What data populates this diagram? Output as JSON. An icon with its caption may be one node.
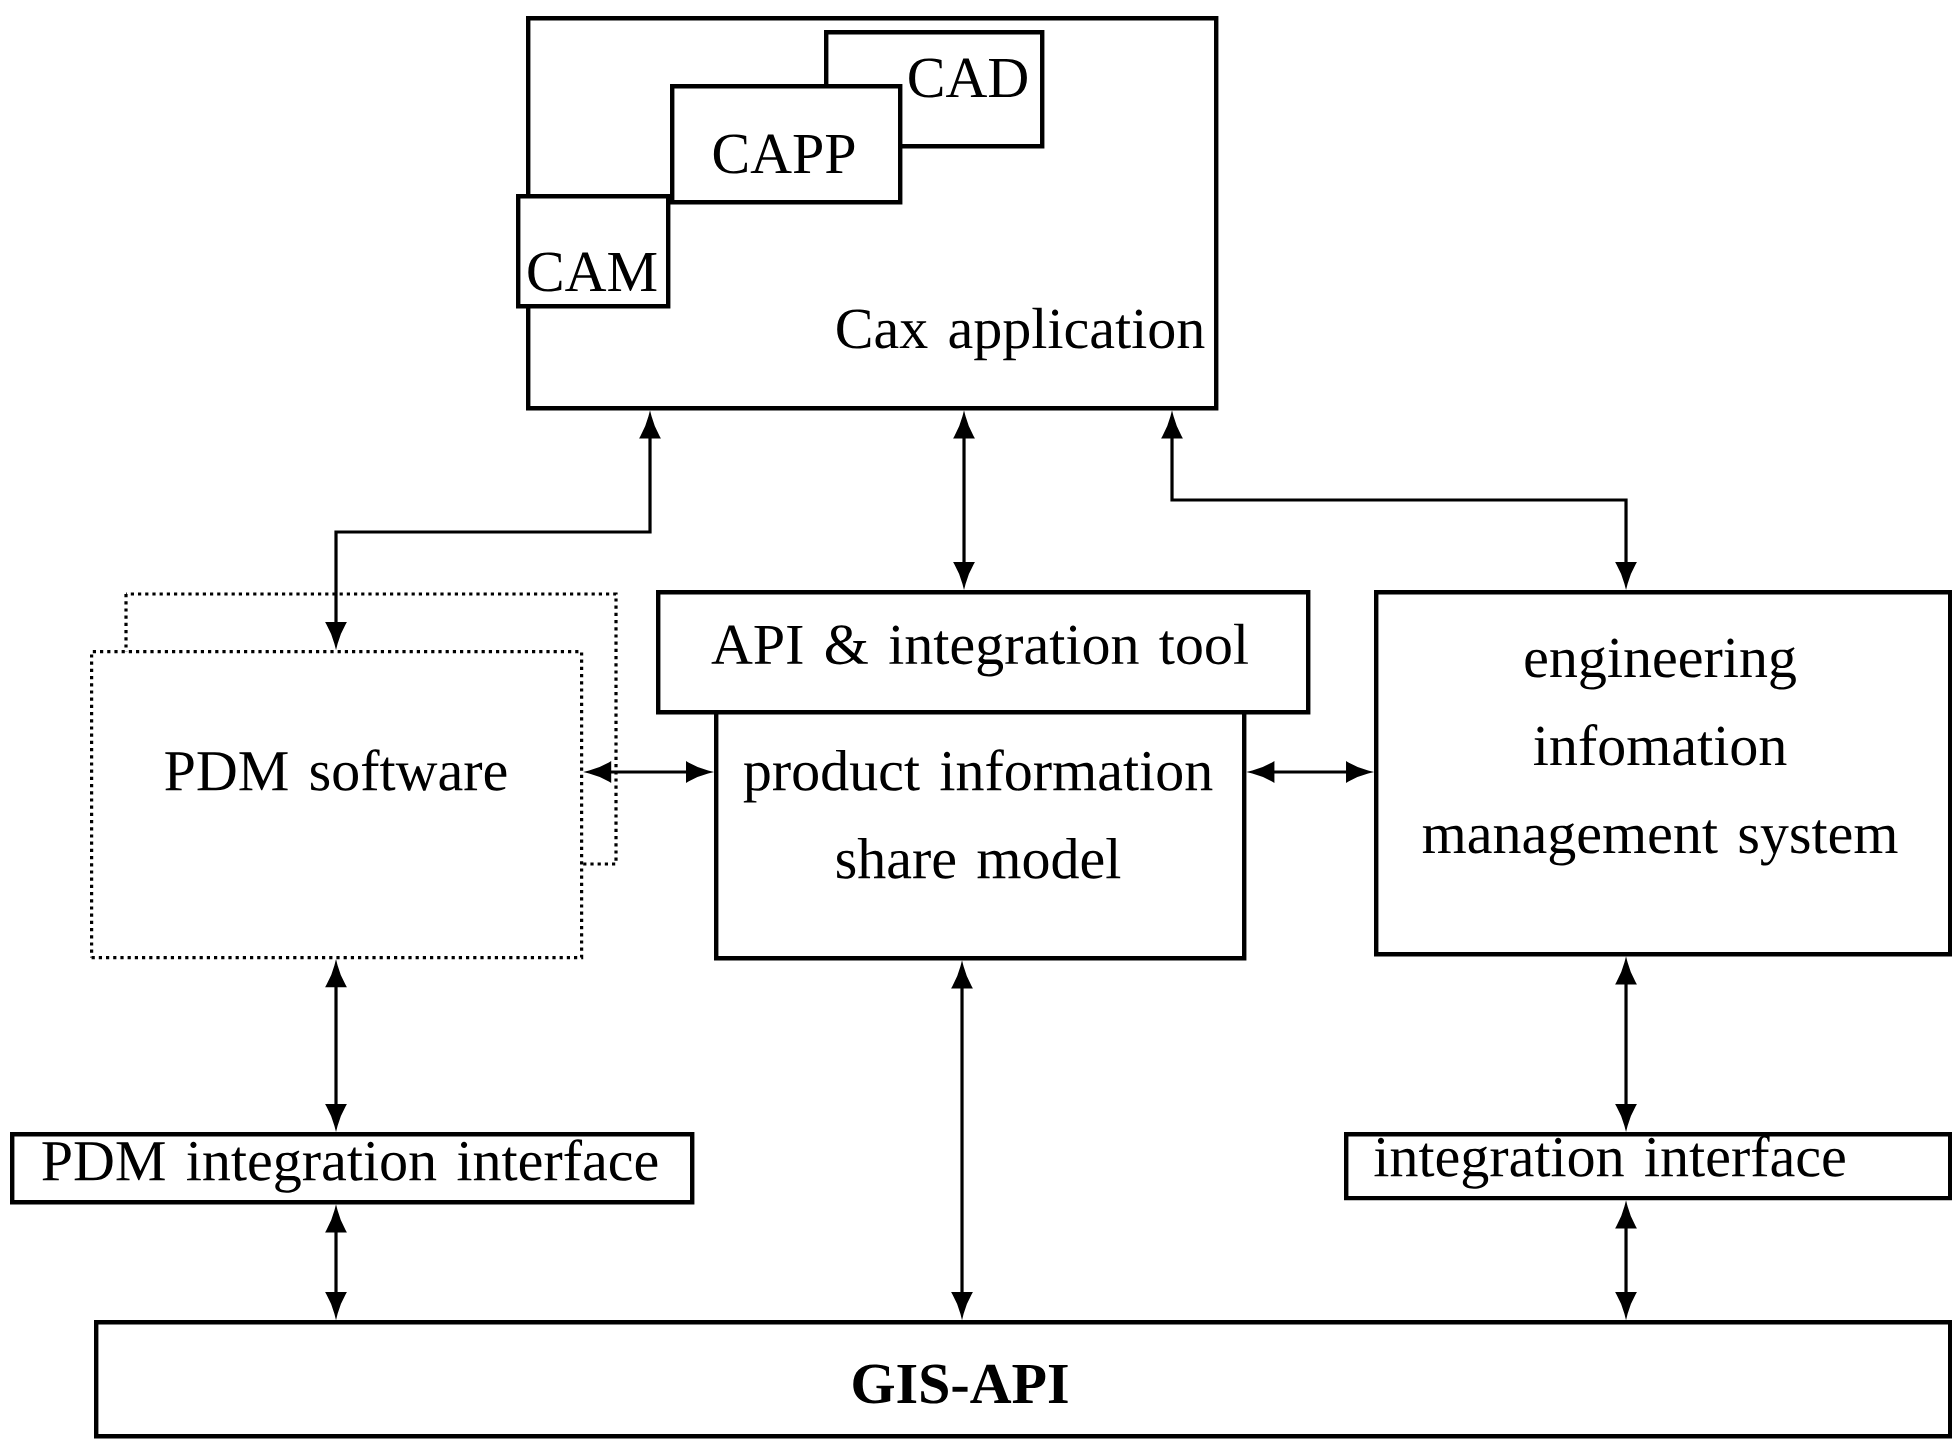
{
  "diagram": {
    "nodes": [
      {
        "text": [
          "Cax application"
        ]
      },
      {
        "text": [
          "CAD"
        ],
        "in": 0
      },
      {
        "text": [
          "CAPP"
        ],
        "in": 0
      },
      {
        "text": [
          "CAM"
        ],
        "in": 0
      },
      {
        "text": [
          "PDM software"
        ]
      },
      {
        "text": [
          "API & integration tool"
        ]
      },
      {
        "text": [
          "product information share model"
        ]
      },
      {
        "text": [
          "engineering infomation management system"
        ]
      },
      {
        "text": [
          "PDM integration interface"
        ]
      },
      {
        "text": [
          "integration interface"
        ]
      },
      {
        "text": [
          "GIS-API"
        ]
      }
    ],
    "edges": [
      {
        "from": 0,
        "to": 4,
        "arrow": "both"
      },
      {
        "from": 0,
        "to": 5,
        "arrow": "both"
      },
      {
        "from": 0,
        "to": 7,
        "arrow": "both"
      },
      {
        "from": 4,
        "to": 6,
        "arrow": "both"
      },
      {
        "from": 6,
        "to": 7,
        "arrow": "both"
      },
      {
        "from": 4,
        "to": 8,
        "arrow": "both"
      },
      {
        "from": 6,
        "to": 10,
        "arrow": "both"
      },
      {
        "from": 7,
        "to": 9,
        "arrow": "both"
      },
      {
        "from": 8,
        "to": 10,
        "arrow": "both"
      },
      {
        "from": 9,
        "to": 10,
        "arrow": "both"
      }
    ]
  }
}
